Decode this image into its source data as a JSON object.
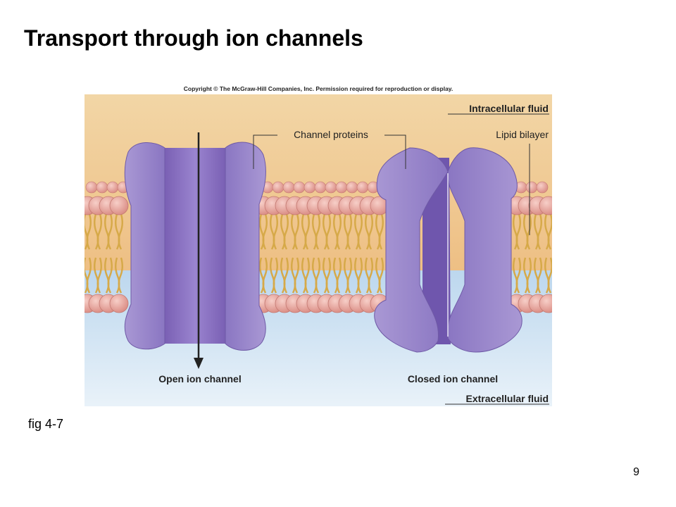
{
  "slide": {
    "title": "Transport through ion channels",
    "figure_caption": "fig 4-7",
    "page_number": "9"
  },
  "figure": {
    "copyright": "Copyright © The McGraw-Hill Companies, Inc. Permission required for reproduction or display.",
    "labels": {
      "intracellular": "Intracellular fluid",
      "extracellular": "Extracellular fluid",
      "channel_proteins": "Channel proteins",
      "lipid_bilayer": "Lipid bilayer",
      "open_channel": "Open ion channel",
      "closed_channel": "Closed ion channel"
    },
    "colors": {
      "intracellular": "#f0d3a3",
      "extracellular": "#c8dff0",
      "protein": "#9b8bcc",
      "protein_dark": "#7c68b3",
      "phospholipid_head": "#e8a39a",
      "lipid_tail": "#d6a948"
    }
  }
}
